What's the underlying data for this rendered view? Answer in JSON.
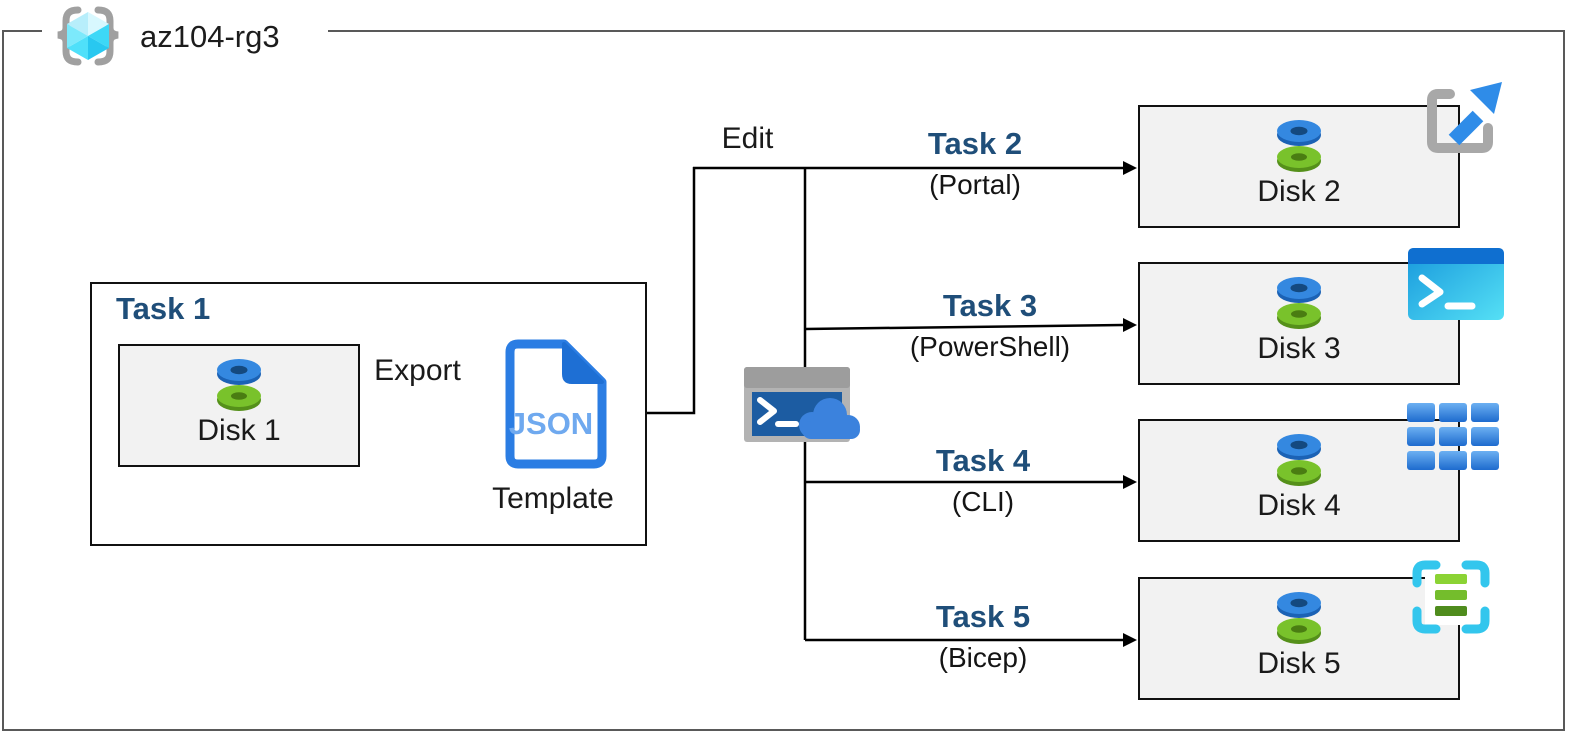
{
  "resource_group": {
    "label": "az104-rg3",
    "icon": "resource-group-icon"
  },
  "task1": {
    "title": "Task 1",
    "disk": {
      "label": "Disk 1",
      "icon": "managed-disk-icon"
    },
    "export_label": "Export",
    "template": {
      "doc_text": "JSON",
      "label": "Template",
      "icon": "json-template-icon"
    }
  },
  "edit_label": "Edit",
  "cloud_shell": {
    "icon": "cloud-shell-icon"
  },
  "branches": [
    {
      "task": "Task 2",
      "method": "(Portal)",
      "disk": {
        "label": "Disk 2",
        "icon": "managed-disk-icon"
      },
      "corner_icon": "portal-launch-icon"
    },
    {
      "task": "Task 3",
      "method": "(PowerShell)",
      "disk": {
        "label": "Disk 3",
        "icon": "managed-disk-icon"
      },
      "corner_icon": "powershell-icon"
    },
    {
      "task": "Task 4",
      "method": "(CLI)",
      "disk": {
        "label": "Disk 4",
        "icon": "managed-disk-icon"
      },
      "corner_icon": "cli-grid-icon"
    },
    {
      "task": "Task 5",
      "method": "(Bicep)",
      "disk": {
        "label": "Disk 5",
        "icon": "managed-disk-icon"
      },
      "corner_icon": "bicep-icon"
    }
  ],
  "colors": {
    "task_label": "#1F4E79",
    "outer_border": "#595959",
    "box_border": "#111111",
    "disk_box_fill": "#f2f2f2",
    "azure_blue": "#2f7de1",
    "disk_green": "#79c22b",
    "cyan_cube": "#32d4f5"
  }
}
